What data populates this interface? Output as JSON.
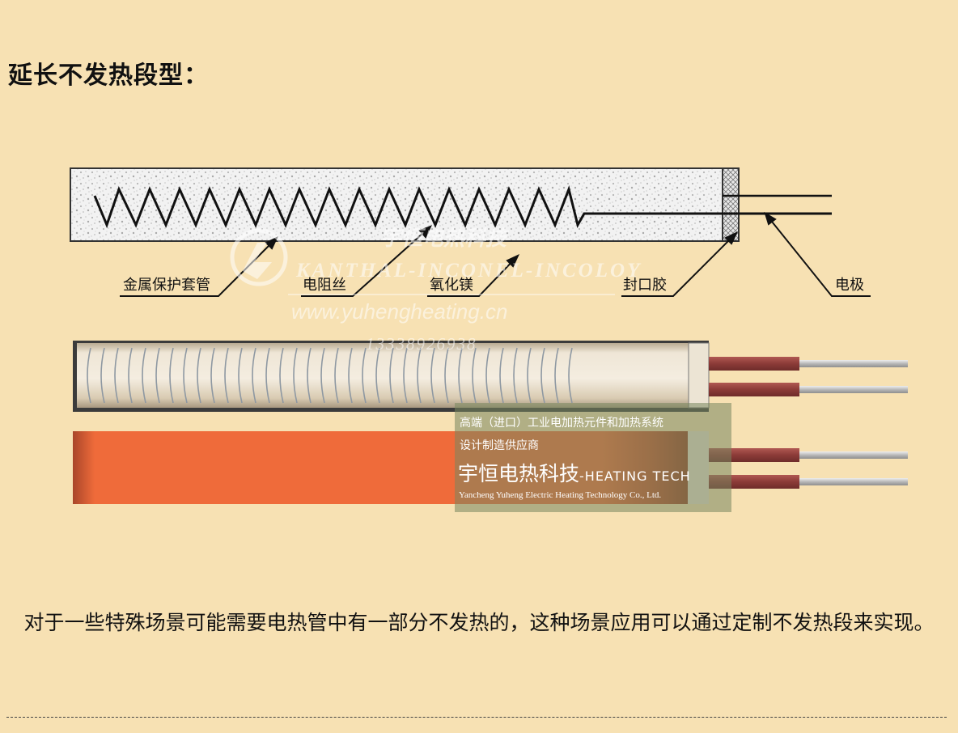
{
  "heading": "延长不发热段型：",
  "labels": {
    "sheath": "金属保护套管",
    "wire": "电阻丝",
    "mgo": "氧化镁",
    "seal": "封口胶",
    "electrode": "电极"
  },
  "watermark": {
    "cn": "宇恒电热科技",
    "alloys": "KANTHAL-INCONEL-INCOLOY",
    "url": "www.yuhengheating.cn",
    "phone": "13338926938"
  },
  "banner": {
    "line1": "高端（进口）工业电加热元件和加热系统",
    "line2": "设计制造供应商",
    "brand": "宇恒电热科技",
    "brand_suffix": "-HEATING TECH",
    "english": "Yancheng Yuheng Electric Heating Technology Co., Ltd."
  },
  "description": "对于一些特殊场景可能需要电热管中有一部分不发热的，这种场景应用可以通过定制不发热段来实现。",
  "colors": {
    "background": "#f7e1b3",
    "tube_hot": "#ef6b3a",
    "lead_insulation": "#8c3b38",
    "lead_wire": "#c8c8c8"
  }
}
